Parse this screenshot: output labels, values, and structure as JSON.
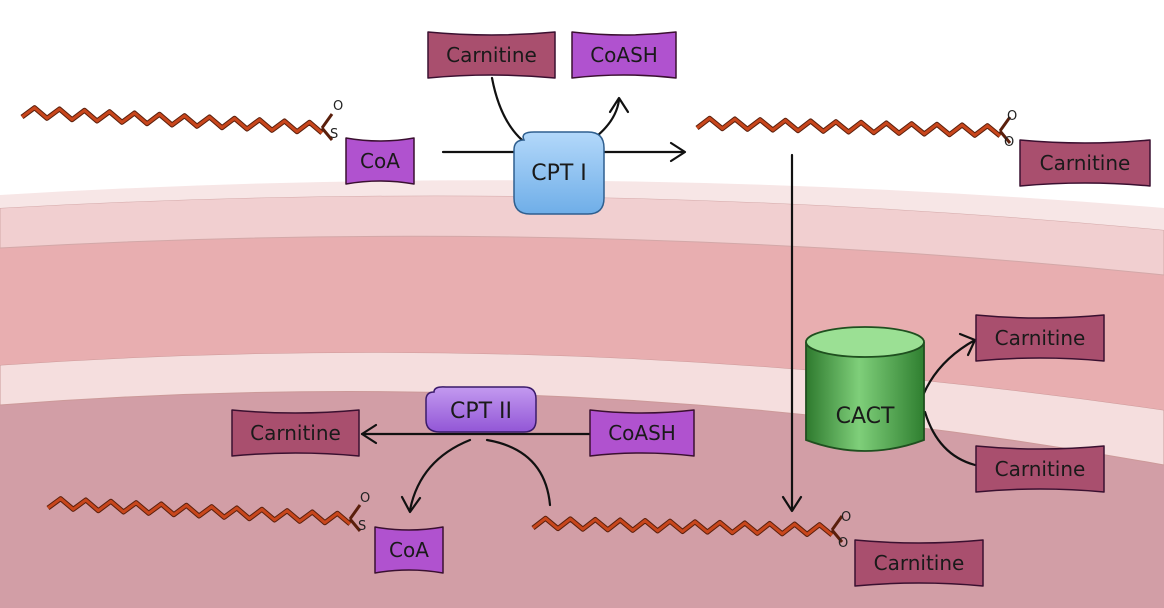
{
  "colors": {
    "background": "#ffffff",
    "cytosol_band": "#f7e6e6",
    "outer_membrane": "#f1cfd0",
    "intermembrane_space": "#e8aeb0",
    "inner_membrane": "#f5dede",
    "matrix": "#d29ea6",
    "carnitine_box": "#a94f6e",
    "coa_box": "#b052cf",
    "cpt1_enzyme": "#8fc3f0",
    "cpt2_enzyme": "#a56ee0",
    "cact_transporter": "#4fa34f",
    "fatty_chain": "#c8461c"
  },
  "labels": {
    "carnitine_top": "Carnitine",
    "coash_top": "CoASH",
    "coa_top": "CoA",
    "cpt1": "CPT I",
    "carnitine_acyl_top": "Carnitine",
    "cact": "CACT",
    "carnitine_cact_out": "Carnitine",
    "carnitine_cact_in": "Carnitine",
    "cpt2": "CPT II",
    "carnitine_released": "Carnitine",
    "coash_bottom": "CoASH",
    "coa_bottom": "CoA",
    "carnitine_acyl_bottom": "Carnitine"
  },
  "atoms": {
    "oxygen": "O",
    "sulfur": "S"
  },
  "icons": {
    "cact": "transporter-cylinder-icon",
    "cpt1": "enzyme-blob-icon",
    "cpt2": "enzyme-blob-icon",
    "chains": "acyl-chain-icon"
  }
}
